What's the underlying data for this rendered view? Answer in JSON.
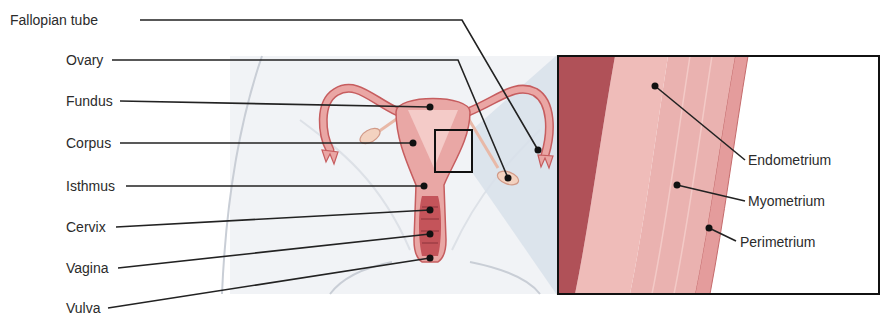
{
  "diagram": {
    "labels": [
      "Fallopian tube",
      "Ovary",
      "Fundus",
      "Corpus",
      "Isthmus",
      "Cervix",
      "Vagina",
      "Vulva",
      "Endometrium",
      "Myometrium",
      "Perimetrium"
    ]
  }
}
